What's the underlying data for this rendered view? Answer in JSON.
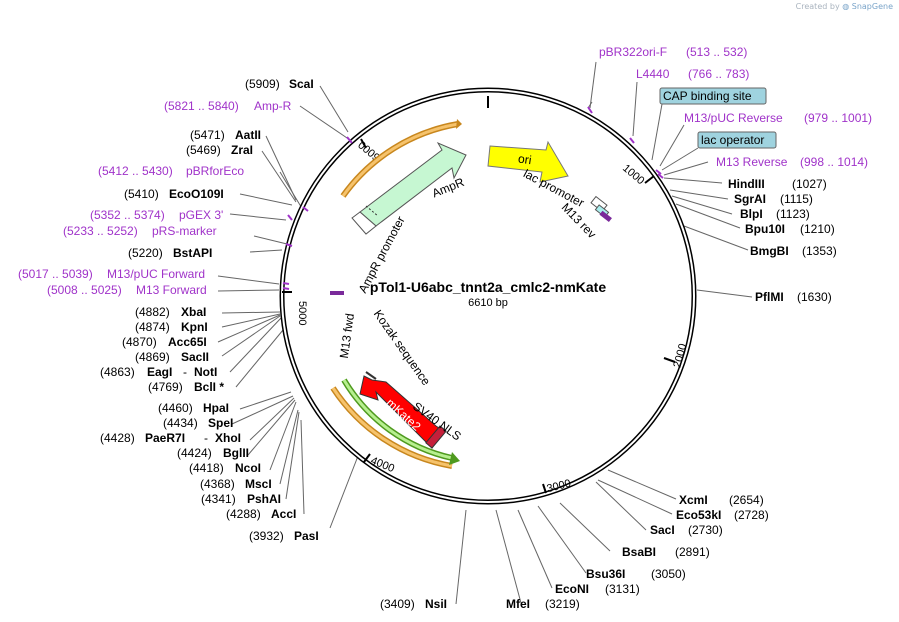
{
  "credit": {
    "created_by": "Created by",
    "brand": "SnapGene"
  },
  "plasmid": {
    "name": "pTol1-U6abc_tnnt2a_cmlc2-nmKate",
    "size": "6610 bp"
  },
  "ticks": [
    "1000",
    "2000",
    "3000",
    "4000",
    "5000",
    "6000"
  ],
  "features": {
    "ori": "ori",
    "ampr": "AmpR",
    "ampr_promoter": "AmpR promoter",
    "lac_promoter": "lac promoter",
    "m13_rev": "M13 rev",
    "m13_fwd": "M13 fwd",
    "kozak": "Kozak sequence",
    "sv40_nls": "SV40 NLS",
    "mkate2": "mKate2"
  },
  "feature_labels": {
    "pbr322ori_f": {
      "name": "pBR322ori-F",
      "range": "(513 .. 532)"
    },
    "l4440": {
      "name": "L4440",
      "range": "(766 .. 783)"
    },
    "cap_binding": "CAP binding site",
    "m13_puc_reverse": {
      "name": "M13/pUC Reverse",
      "range": "(979 .. 1001)"
    },
    "lac_operator": "lac operator",
    "m13_reverse": {
      "name": "M13 Reverse",
      "range": "(998 .. 1014)"
    },
    "amp_r": {
      "name": "Amp-R",
      "range": "(5821 .. 5840)"
    },
    "pbrforeco": {
      "name": "pBRforEco",
      "range": "(5412 .. 5430)"
    },
    "pgex3": {
      "name": "pGEX 3'",
      "range": "(5352 .. 5374)"
    },
    "prs_marker": {
      "name": "pRS-marker",
      "range": "(5233 .. 5252)"
    },
    "m13_puc_forward": {
      "name": "M13/pUC Forward",
      "range": "(5017 .. 5039)"
    },
    "m13_forward": {
      "name": "M13 Forward",
      "range": "(5008 .. 5025)"
    }
  },
  "sites_right": [
    {
      "name": "HindIII",
      "pos": "(1027)"
    },
    {
      "name": "SgrAI",
      "pos": "(1115)"
    },
    {
      "name": "BlpI",
      "pos": "(1123)"
    },
    {
      "name": "Bpu10I",
      "pos": "(1210)"
    },
    {
      "name": "BmgBI",
      "pos": "(1353)"
    },
    {
      "name": "PflMI",
      "pos": "(1630)"
    },
    {
      "name": "XcmI",
      "pos": "(2654)"
    },
    {
      "name": "Eco53kI",
      "pos": "(2728)"
    },
    {
      "name": "SacI",
      "pos": "(2730)"
    },
    {
      "name": "BsaBI",
      "pos": "(2891)"
    },
    {
      "name": "Bsu36I",
      "pos": "(3050)"
    },
    {
      "name": "EcoNI",
      "pos": "(3131)"
    }
  ],
  "sites_bottom": [
    {
      "name": "NsiI",
      "pos": "(3409)"
    },
    {
      "name": "MfeI",
      "pos": "(3219)"
    }
  ],
  "sites_left": [
    {
      "name": "ScaI",
      "pos": "(5909)"
    },
    {
      "name": "AatII",
      "pos": "(5471)"
    },
    {
      "name": "ZraI",
      "pos": "(5469)"
    },
    {
      "name": "EcoO109I",
      "pos": "(5410)"
    },
    {
      "name": "BstAPI",
      "pos": "(5220)"
    },
    {
      "name": "XbaI",
      "pos": "(4882)"
    },
    {
      "name": "KpnI",
      "pos": "(4874)"
    },
    {
      "name": "Acc65I",
      "pos": "(4870)"
    },
    {
      "name": "SacII",
      "pos": "(4869)"
    },
    {
      "name": "HpaI",
      "pos": "(4460)"
    },
    {
      "name": "SpeI",
      "pos": "(4434)"
    },
    {
      "name": "BglII",
      "pos": "(4424)"
    },
    {
      "name": "NcoI",
      "pos": "(4418)"
    },
    {
      "name": "MscI",
      "pos": "(4368)"
    },
    {
      "name": "PshAI",
      "pos": "(4341)"
    },
    {
      "name": "AccI",
      "pos": "(4288)"
    },
    {
      "name": "PasI",
      "pos": "(3932)"
    }
  ],
  "site_eagi_noti": {
    "pos": "(4863)",
    "name1": "EagI",
    "name2": "NotI"
  },
  "site_bcli": {
    "pos": "(4769)",
    "name": "BclI *"
  },
  "site_paer7i_xhoi": {
    "pos": "(4428)",
    "name1": "PaeR7I",
    "name2": "XhoI"
  }
}
